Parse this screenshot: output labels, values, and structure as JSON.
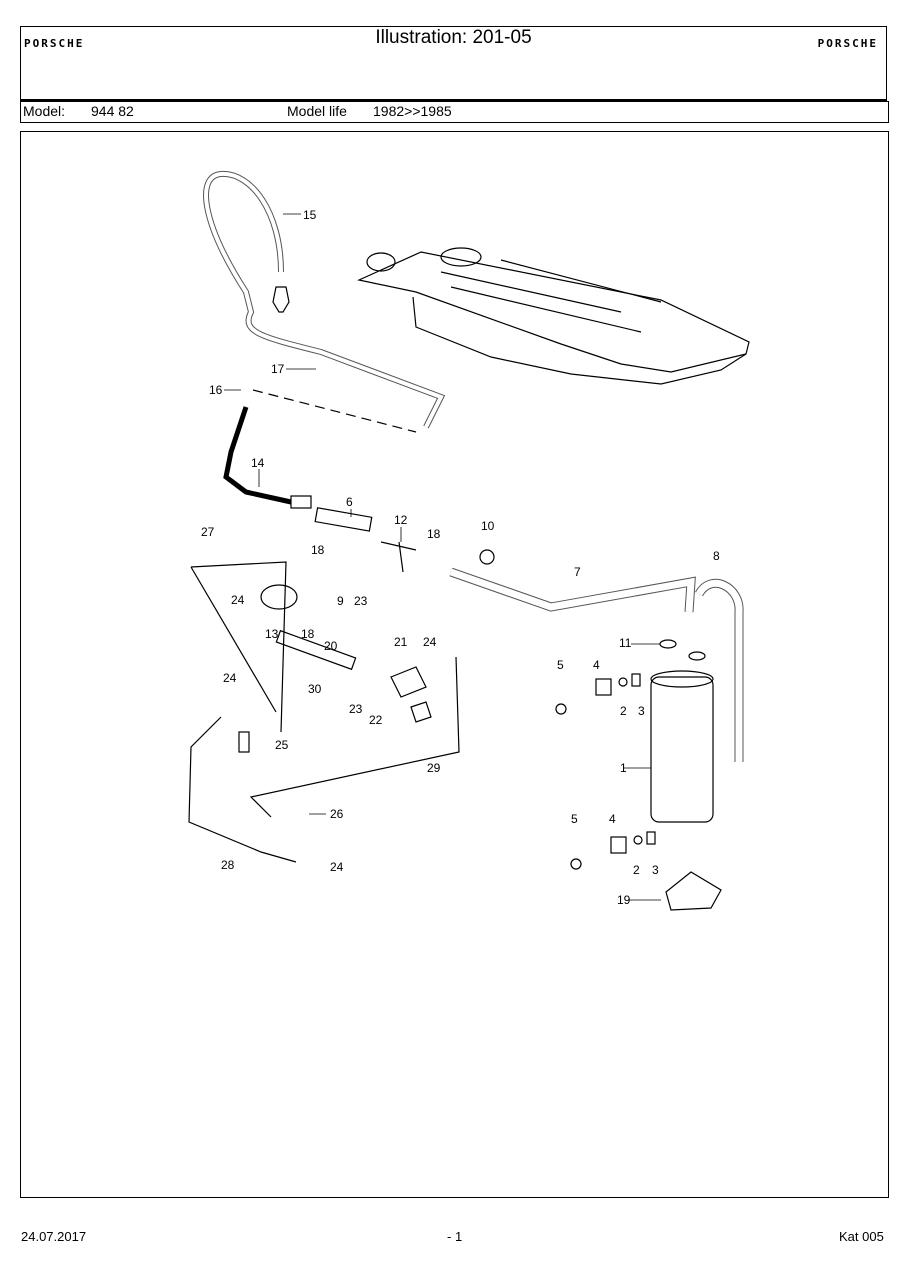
{
  "header": {
    "brand_left": "PORSCHE",
    "brand_right": "PORSCHE",
    "title": "Illustration: 201-05"
  },
  "model_bar": {
    "model_label": "Model:",
    "model_value": "944 82",
    "life_label": "Model life",
    "life_value": "1982>>1985"
  },
  "diagram": {
    "callouts": [
      "15",
      "17",
      "16",
      "14",
      "6",
      "12",
      "18",
      "10",
      "8",
      "27",
      "18",
      "9",
      "23",
      "7",
      "24",
      "13",
      "18",
      "20",
      "11",
      "21",
      "24",
      "5",
      "4",
      "30",
      "24",
      "23",
      "22",
      "2",
      "3",
      "25",
      "29",
      "1",
      "26",
      "5",
      "4",
      "28",
      "24",
      "2",
      "3",
      "19"
    ]
  },
  "footer": {
    "date": "24.07.2017",
    "page": "- 1",
    "catalog": "Kat 005"
  }
}
